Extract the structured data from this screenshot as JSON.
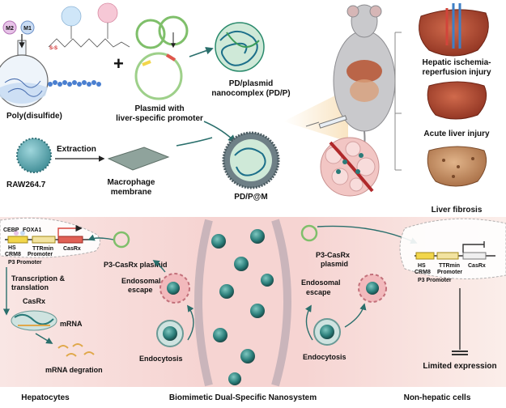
{
  "top": {
    "monomer_m1": "M1",
    "monomer_m2": "M2",
    "poly_label": "Poly(disulfide)",
    "plasmid_label_1": "Plasmid with",
    "plasmid_label_2": "liver-specific promoter",
    "pdp_label_1": "PD/plasmid",
    "pdp_label_2": "nanocomplex (PD/P)",
    "raw_label": "RAW264.7",
    "extraction_label": "Extraction",
    "membrane_label_1": "Macrophage",
    "membrane_label_2": "membrane",
    "pdpm_label": "PD/P@M",
    "injury_1a": "Hepatic ischemia-",
    "injury_1b": "reperfusion injury",
    "injury_2": "Acute liver injury",
    "injury_3": "Liver fibrosis"
  },
  "bottom": {
    "left": {
      "cebp": "CEBP",
      "foxa1": "FOXA1",
      "hs": "HS",
      "crm8": "CRM8",
      "ttrmin": "TTRmin",
      "promoter_word": "Promoter",
      "casrx": "CasRx",
      "p3_promoter": "P3 Promoter",
      "transcription_1": "Transcription &",
      "transcription_2": "translation",
      "casrx_protein": "CasRx",
      "mrna": "mRNA",
      "mrna_degration": "mRNA degration",
      "plasmid": "P3-CasRx plasmid",
      "escape_1": "Endosomal",
      "escape_2": "escape",
      "endocytosis": "Endocytosis"
    },
    "right": {
      "plasmid_1": "P3-CasRx",
      "plasmid_2": "plasmid",
      "escape_1": "Endosomal",
      "escape_2": "escape",
      "endocytosis": "Endocytosis",
      "hs": "HS",
      "crm8": "CRM8",
      "ttrmin": "TTRmin",
      "promoter_word": "Promoter",
      "casrx": "CasRx",
      "p3_promoter": "P3 Promoter",
      "limited": "Limited expression"
    },
    "captions": {
      "hepatocytes": "Hepatocytes",
      "biomimetic": "Biomimetic Dual-Specific Nanosystem",
      "nonhepatic": "Non-hepatic cells"
    }
  },
  "colors": {
    "liver": "#a8442e",
    "pink_bg": "#f6d9d8",
    "teal": "#2a7a78",
    "membrane_gray": "#9aa0a6",
    "promoter_yellow": "#f2d64b",
    "gene_red": "#d9443c"
  }
}
